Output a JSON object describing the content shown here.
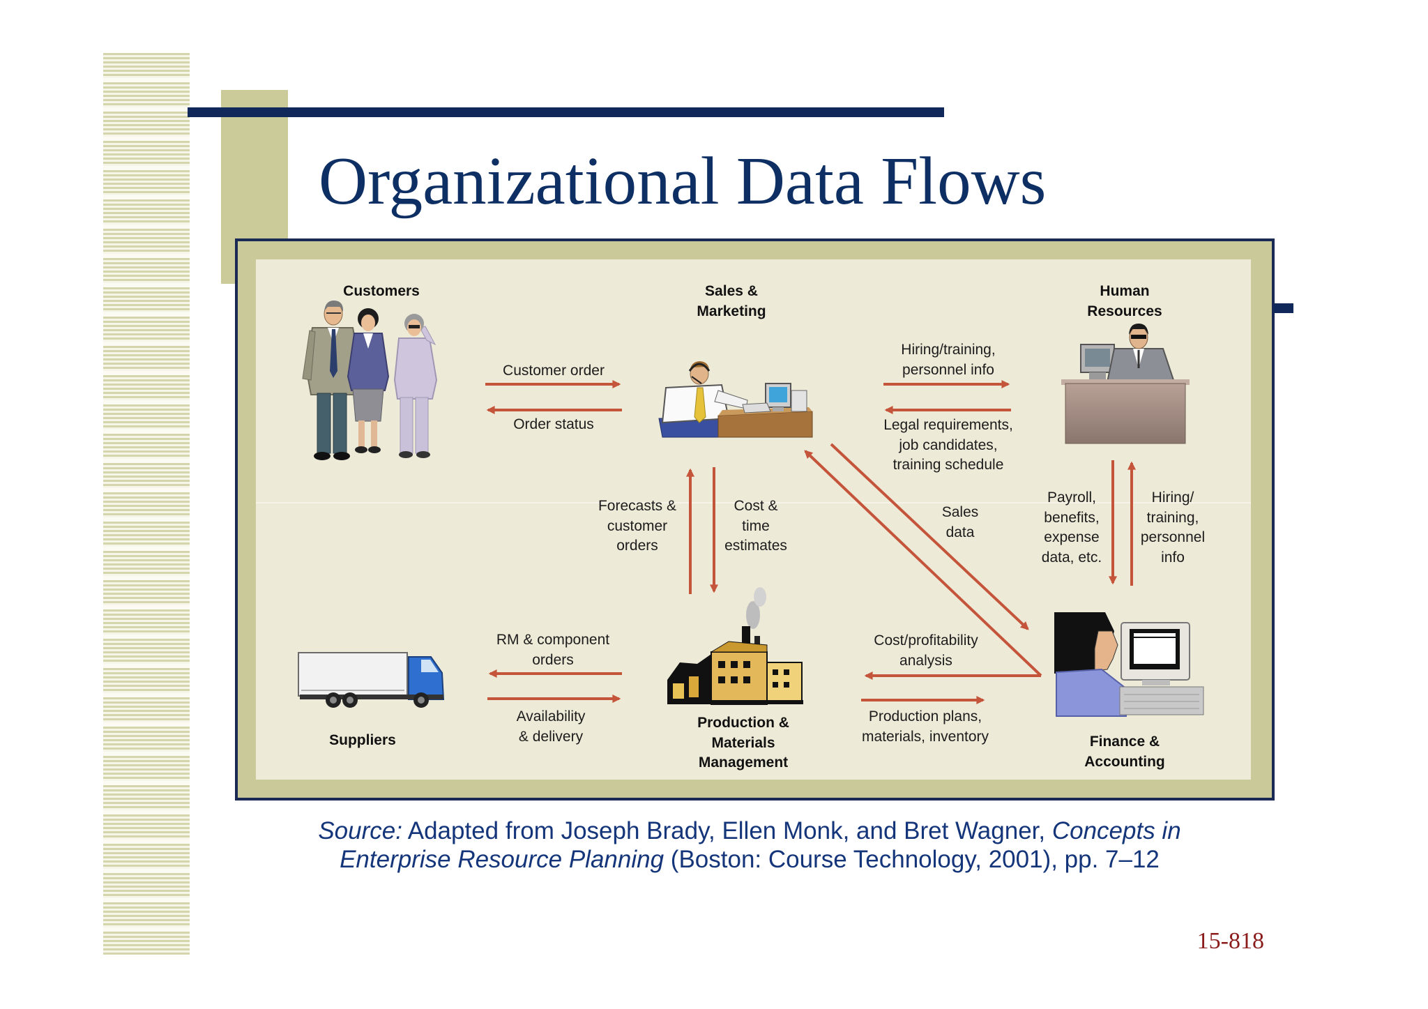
{
  "slide": {
    "title": "Organizational Data Flows",
    "page_number": "15-818"
  },
  "diagram": {
    "nodes": {
      "customers": [
        "Customers"
      ],
      "sales_marketing": [
        "Sales &",
        "Marketing"
      ],
      "human_resources": [
        "Human",
        "Resources"
      ],
      "suppliers": [
        "Suppliers"
      ],
      "production": [
        "Production &",
        "Materials",
        "Management"
      ],
      "finance": [
        "Finance &",
        "Accounting"
      ]
    },
    "flows": {
      "customer_order": [
        "Customer order"
      ],
      "order_status": [
        "Order status"
      ],
      "hiring_training_personnel": [
        "Hiring/training,",
        "personnel info"
      ],
      "legal_requirements": [
        "Legal requirements,",
        "job candidates,",
        "training schedule"
      ],
      "forecasts": [
        "Forecasts &",
        "customer",
        "orders"
      ],
      "cost_time": [
        "Cost &",
        "time",
        "estimates"
      ],
      "sales_data": [
        "Sales",
        "data"
      ],
      "payroll": [
        "Payroll,",
        "benefits,",
        "expense",
        "data, etc."
      ],
      "hiring_training": [
        "Hiring/",
        "training,",
        "personnel",
        "info"
      ],
      "rm_orders": [
        "RM & component",
        "orders"
      ],
      "availability": [
        "Availability",
        "& delivery"
      ],
      "cost_profitability": [
        "Cost/profitability",
        "analysis"
      ],
      "production_plans": [
        "Production plans,",
        "materials, inventory"
      ]
    }
  },
  "source": {
    "label": "Source:",
    "text1": " Adapted from Joseph Brady, Ellen Monk, and Bret Wagner, ",
    "book_title_part1": "Concepts in",
    "book_title_part2": "Enterprise Resource Planning",
    "text2": " (Boston: Course Technology, 2001), pp. 7–12"
  },
  "colors": {
    "title": "#0d2f63",
    "navy_accent": "#10295a",
    "olive_accent": "#cbcb9a",
    "panel": "#eeead8",
    "arrow": "#c4553b",
    "source_text": "#14357a",
    "page_number": "#8b1c1c"
  }
}
